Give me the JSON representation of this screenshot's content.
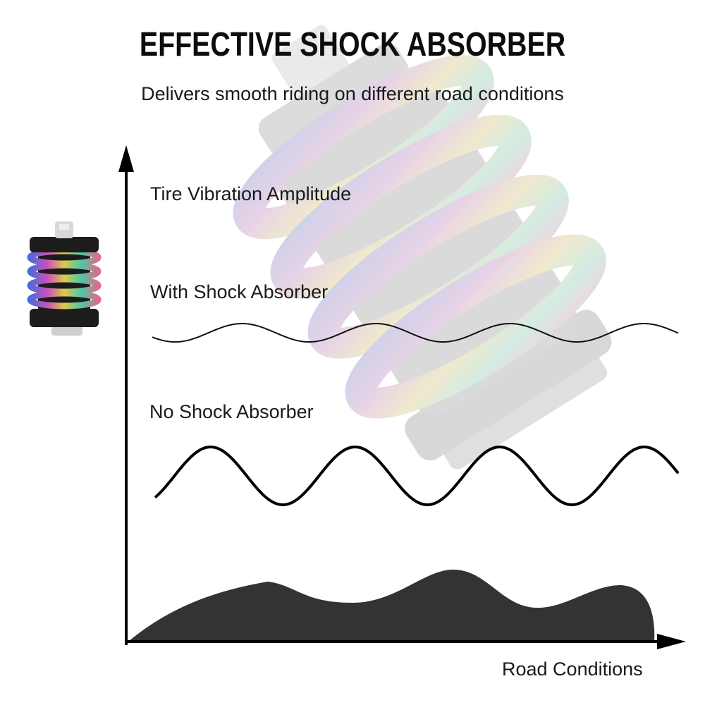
{
  "header": {
    "title": "EFFECTIVE SHOCK ABSORBER",
    "subtitle": "Delivers smooth riding on different road conditions"
  },
  "diagram": {
    "y_axis_label": "Tire Vibration Amplitude",
    "x_axis_label": "Road Conditions",
    "curves": [
      {
        "label": "With Shock Absorber",
        "amplitude": "small"
      },
      {
        "label": "No Shock Absorber",
        "amplitude": "large"
      }
    ],
    "road_profile_color": "#333333",
    "axis_color": "#000000"
  },
  "product": {
    "spring_colors": [
      "#4b6cd6",
      "#c94fc0",
      "#e0c84a",
      "#4cc9a8",
      "#e06a8a"
    ],
    "body_color": "#1c1c1c",
    "nut_color": "#cfcfcf"
  }
}
